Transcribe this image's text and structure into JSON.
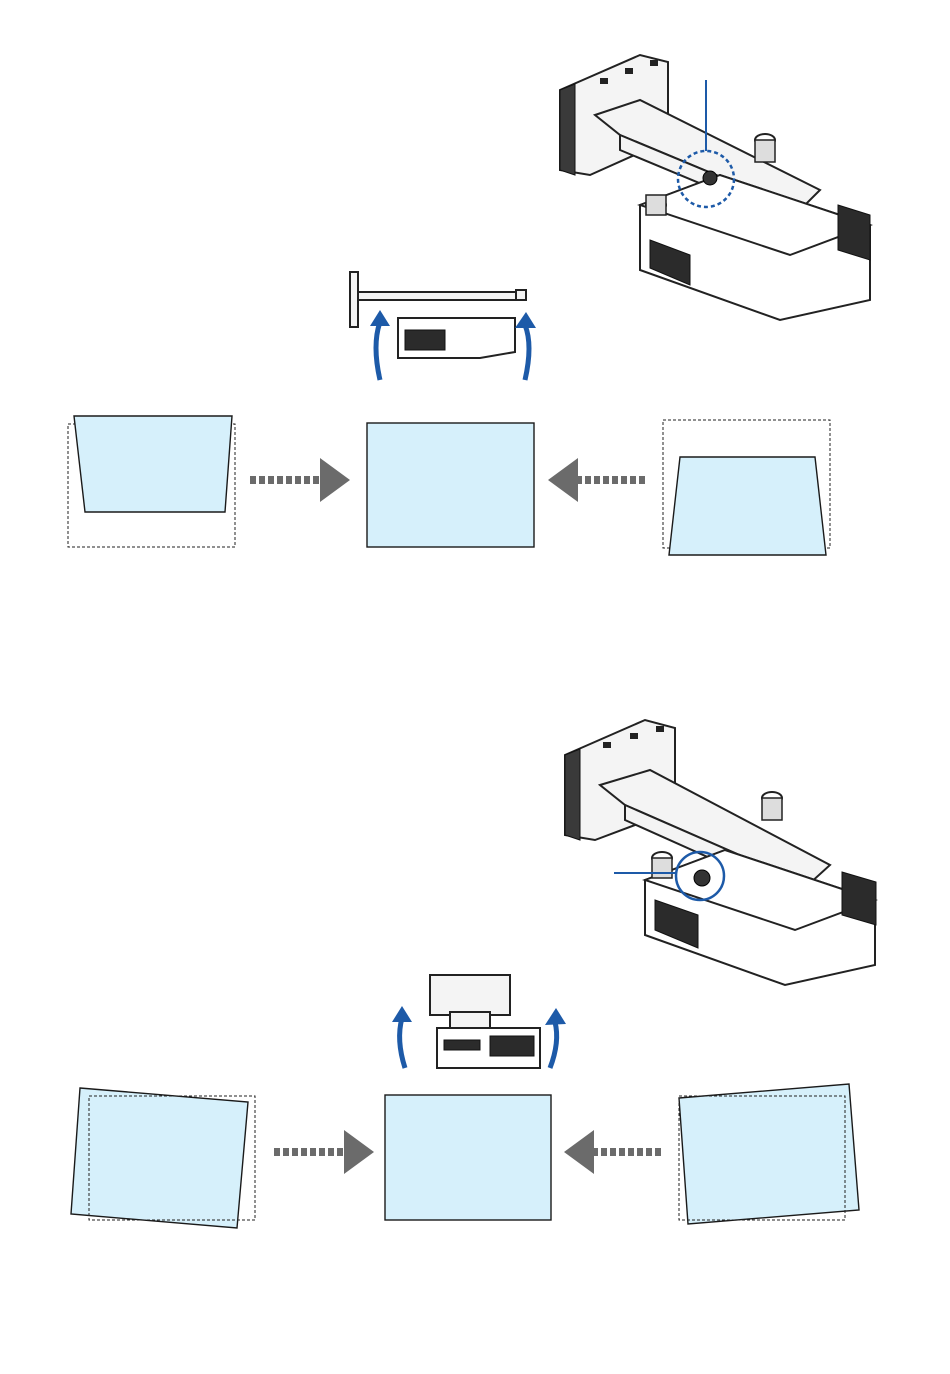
{
  "figures": [
    {
      "id": "figure-1",
      "name": "keystone-vertical-adjustment"
    },
    {
      "id": "figure-2",
      "name": "rotation-adjustment"
    }
  ],
  "colors": {
    "screen_fill": "#d6f0fb",
    "arrow_gray": "#6b6b6b",
    "callout_blue": "#1d5aa8"
  },
  "icons": [
    "projector-on-wall-bracket",
    "adjustment-knob",
    "up-arrow",
    "right-arrow",
    "left-arrow"
  ]
}
